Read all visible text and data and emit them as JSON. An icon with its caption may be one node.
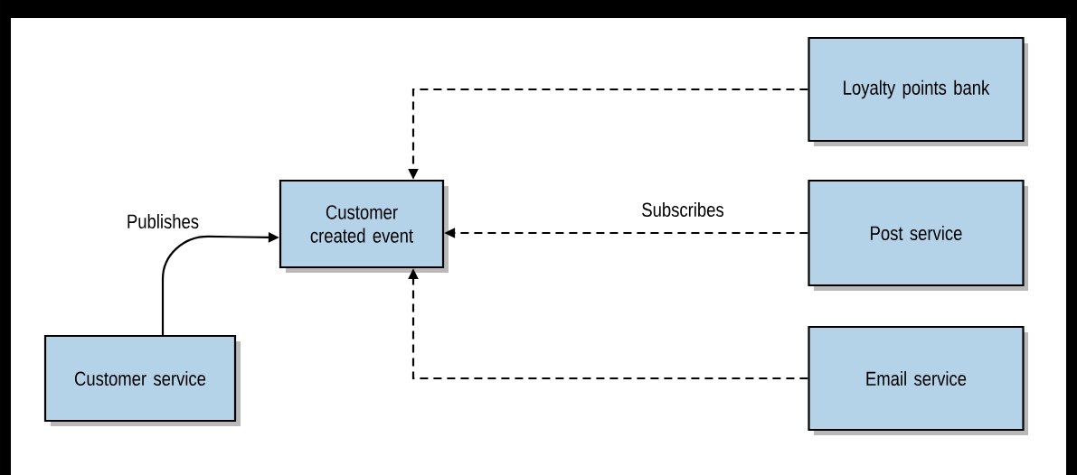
{
  "diagram": {
    "nodes": [
      {
        "text": [
          "Customer created event"
        ]
      },
      {
        "text": [
          "Customer service"
        ]
      },
      {
        "text": [
          "Loyalty points bank"
        ]
      },
      {
        "text": [
          "Post service"
        ]
      },
      {
        "text": [
          "Email service"
        ]
      }
    ],
    "edges": [
      {
        "from": 1,
        "to": 0,
        "arrow": "to",
        "label": "Publishes"
      },
      {
        "from": 2,
        "to": 0,
        "arrow": "to",
        "style": "dashed"
      },
      {
        "from": 3,
        "to": 0,
        "arrow": "to",
        "style": "dashed",
        "label": "Subscribes"
      },
      {
        "from": 4,
        "to": 0,
        "arrow": "to",
        "style": "dashed"
      }
    ]
  }
}
